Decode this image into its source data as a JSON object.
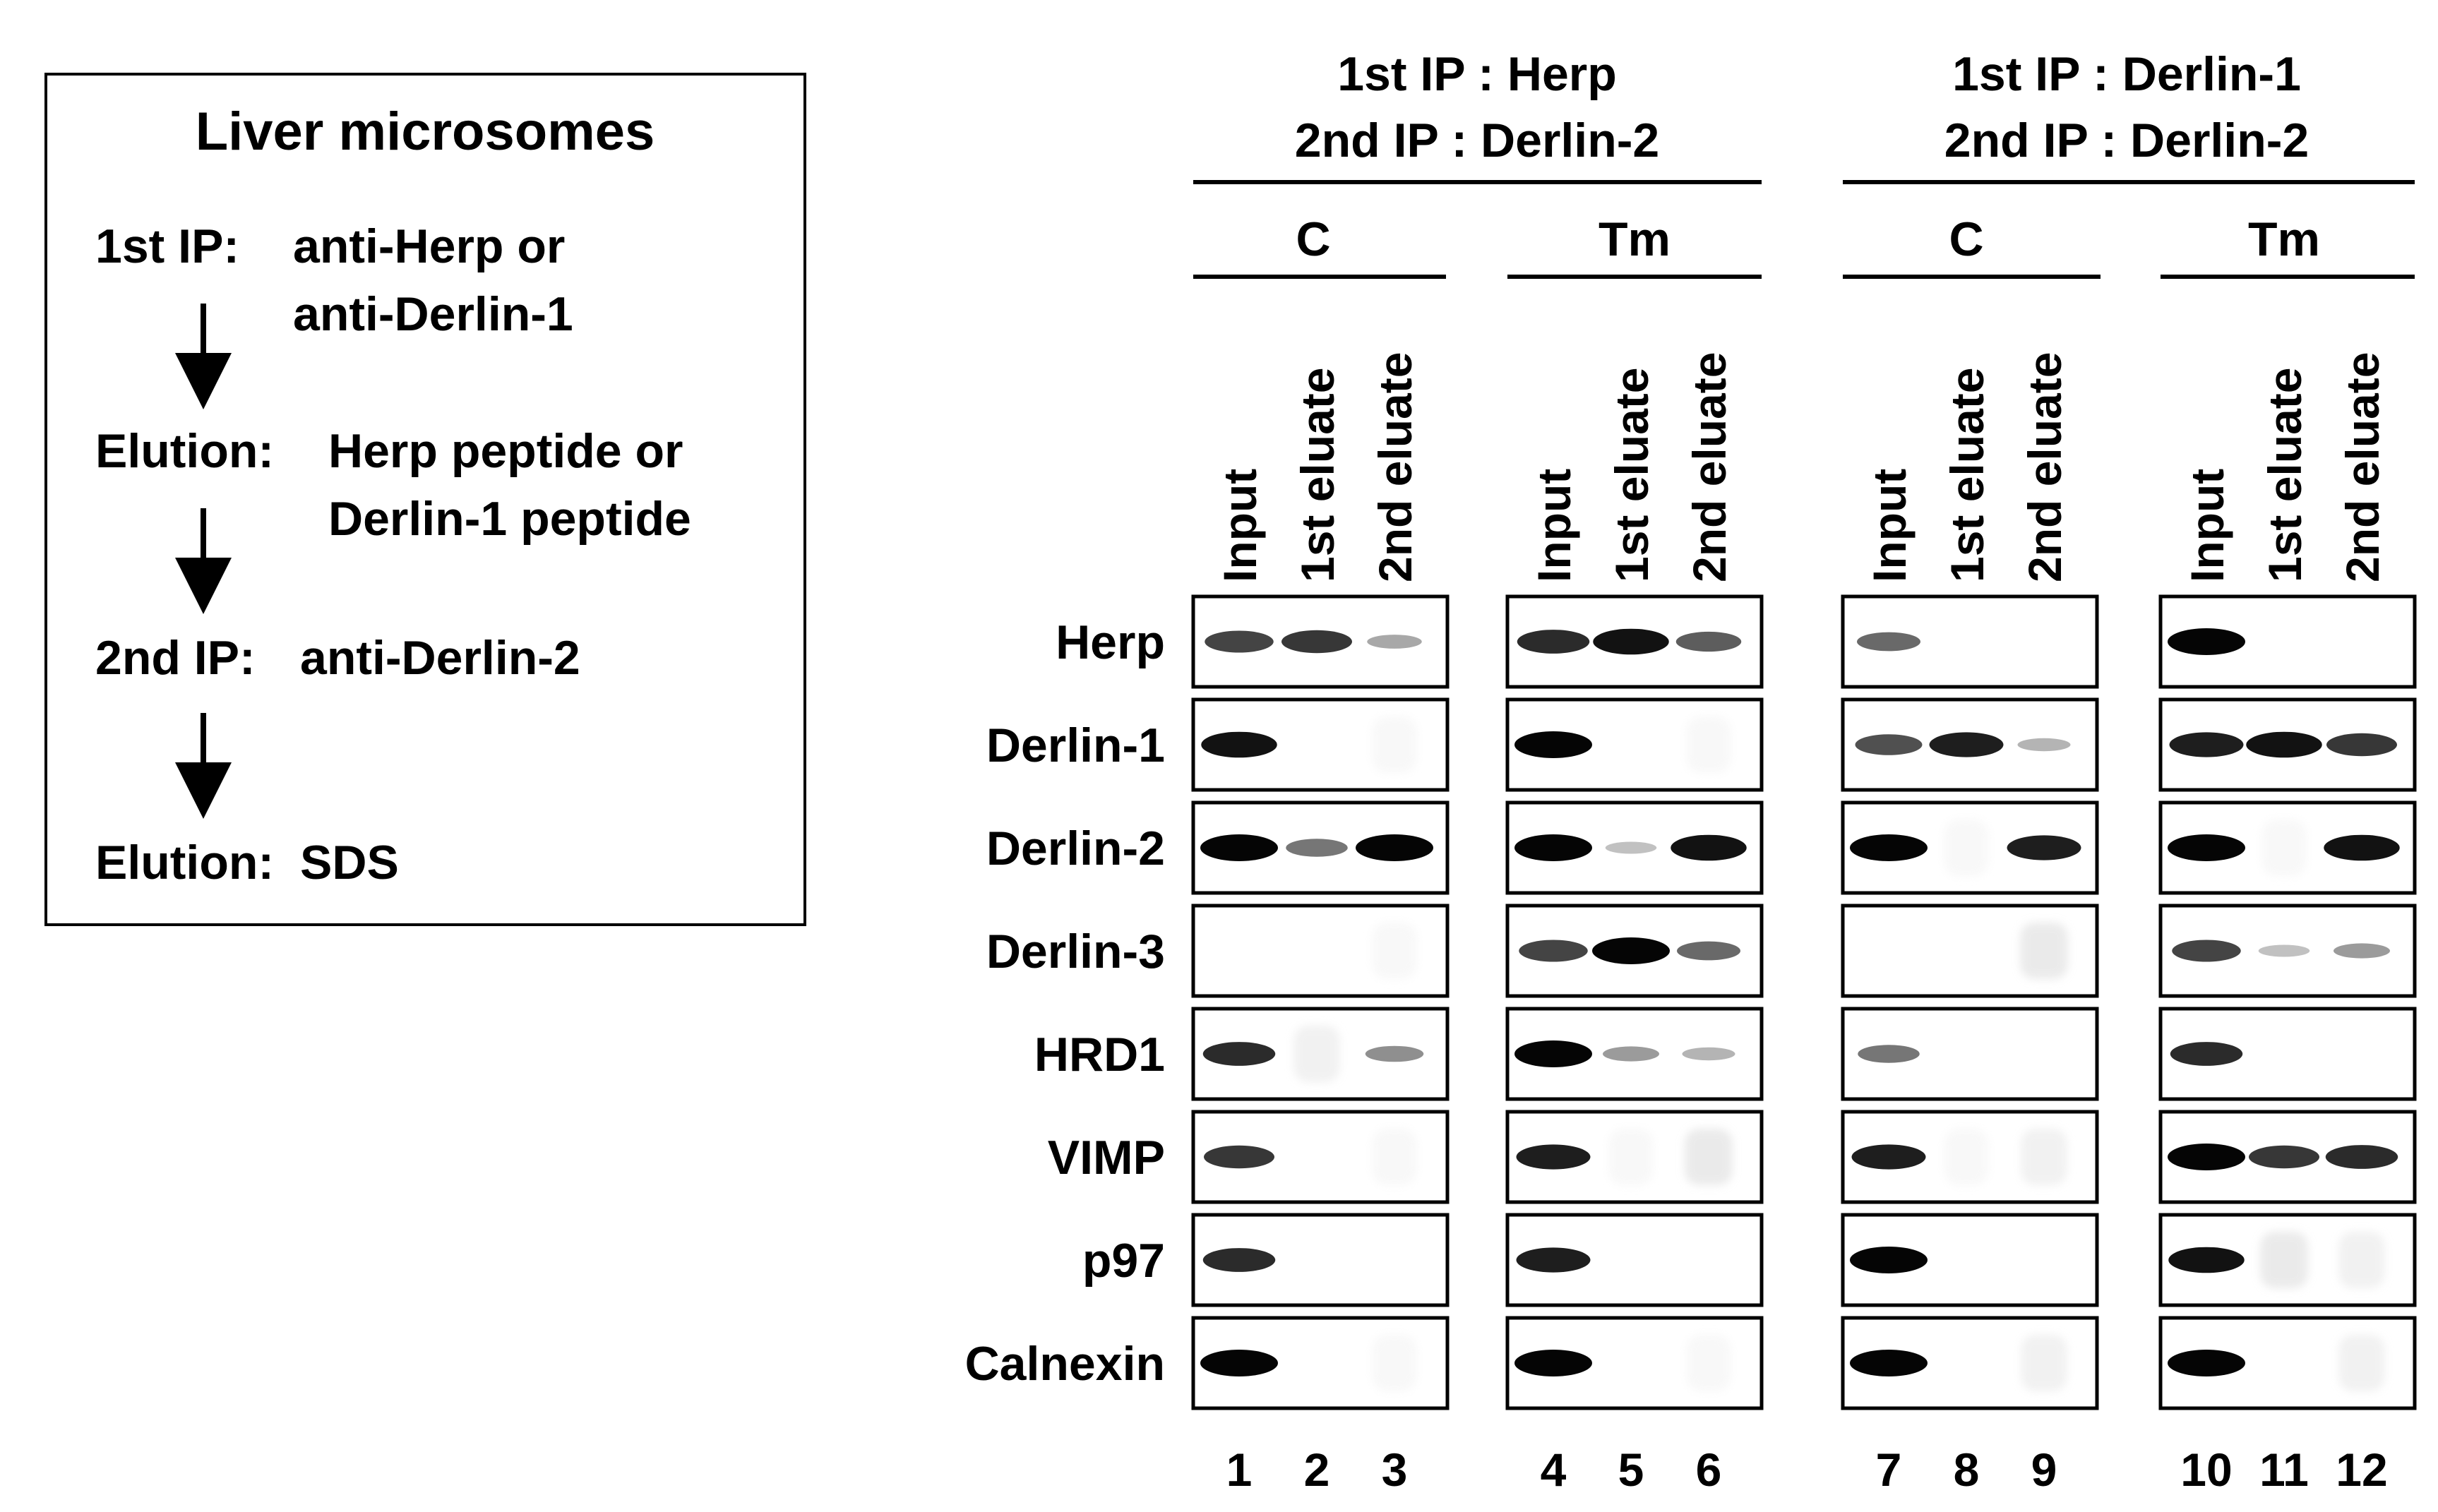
{
  "protocol": {
    "title": "Liver microsomes",
    "steps": [
      {
        "label": "1st IP:",
        "lines": [
          "anti-Herp or",
          "anti-Derlin-1"
        ]
      },
      {
        "label": "Elution:",
        "lines": [
          "Herp peptide or",
          "Derlin-1 peptide"
        ]
      },
      {
        "label": "2nd IP:",
        "lines": [
          "anti-Derlin-2"
        ]
      },
      {
        "label": "Elution:",
        "lines": [
          "SDS"
        ]
      }
    ]
  },
  "experiments": [
    {
      "line1": "1st IP : Herp",
      "line2": "2nd IP : Derlin-2"
    },
    {
      "line1": "1st IP : Derlin-1",
      "line2": "2nd IP : Derlin-2"
    }
  ],
  "conditions": [
    "C",
    "Tm",
    "C",
    "Tm"
  ],
  "lane_labels": [
    "Input",
    "1st eluate",
    "2nd eluate"
  ],
  "lane_numbers": [
    "1",
    "2",
    "3",
    "4",
    "5",
    "6",
    "7",
    "8",
    "9",
    "10",
    "11",
    "12"
  ],
  "rows": [
    "Herp",
    "Derlin-1",
    "Derlin-2",
    "Derlin-3",
    "HRD1",
    "VIMP",
    "p97",
    "Calnexin"
  ],
  "band_intensity": {
    "note_scale": "0-1 relative darkness per lane",
    "Herp": [
      0.75,
      0.8,
      0.35,
      0.85,
      0.95,
      0.65,
      0.6,
      0,
      0,
      1.0,
      0,
      0
    ],
    "Derlin-1": [
      0.95,
      0,
      0.05,
      1.0,
      0,
      0.05,
      0.7,
      0.9,
      0.3,
      0.9,
      0.95,
      0.8
    ],
    "Derlin-2": [
      1.0,
      0.55,
      1.0,
      1.0,
      0.25,
      0.95,
      1.0,
      0.05,
      0.9,
      1.0,
      0.05,
      0.95
    ],
    "Derlin-3": [
      0,
      0,
      0.05,
      0.75,
      1.0,
      0.6,
      0,
      0,
      0.15,
      0.75,
      0.25,
      0.4
    ],
    "HRD1": [
      0.85,
      0.1,
      0.45,
      1.0,
      0.4,
      0.3,
      0.55,
      0,
      0,
      0.85,
      0,
      0
    ],
    "VIMP": [
      0.8,
      0,
      0.05,
      0.9,
      0.05,
      0.15,
      0.9,
      0.05,
      0.1,
      1.0,
      0.8,
      0.85
    ],
    "p97": [
      0.85,
      0,
      0,
      0.9,
      0,
      0,
      1.0,
      0,
      0,
      0.95,
      0.15,
      0.1
    ],
    "Calnexin": [
      1.0,
      0,
      0.05,
      1.0,
      0,
      0.05,
      1.0,
      0,
      0.1,
      1.0,
      0,
      0.1
    ]
  }
}
